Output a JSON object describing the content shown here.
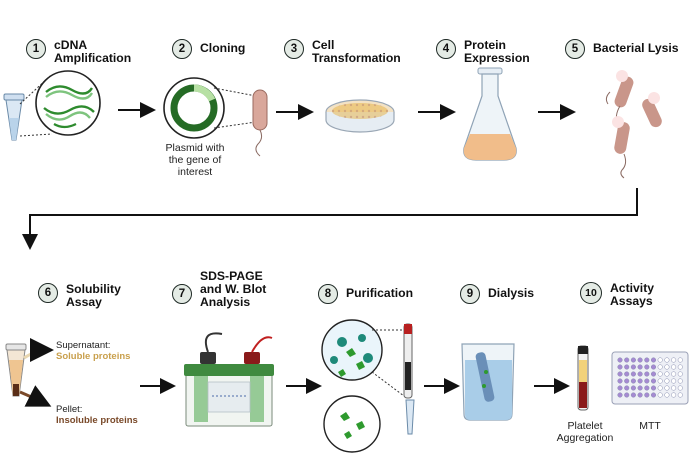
{
  "steps": [
    {
      "number": "1",
      "title": [
        "cDNA",
        "Amplification"
      ]
    },
    {
      "number": "2",
      "title": [
        "Cloning"
      ]
    },
    {
      "number": "3",
      "title": [
        "Cell",
        "Transformation"
      ]
    },
    {
      "number": "4",
      "title": [
        "Protein",
        "Expression"
      ]
    },
    {
      "number": "5",
      "title": [
        "Bacterial Lysis"
      ]
    },
    {
      "number": "6",
      "title": [
        "Solubility",
        "Assay"
      ]
    },
    {
      "number": "7",
      "title": [
        "SDS-PAGE",
        "and W. Blot",
        "Analysis"
      ]
    },
    {
      "number": "8",
      "title": [
        "Purification"
      ]
    },
    {
      "number": "9",
      "title": [
        "Dialysis"
      ]
    },
    {
      "number": "10",
      "title": [
        "Activity",
        "Assays"
      ]
    }
  ],
  "labels": {
    "plasmid": [
      "Plasmid with",
      "the gene of",
      "interest"
    ],
    "supernatant": "Supernatant:",
    "soluble": "Soluble proteins",
    "pellet": "Pellet:",
    "insoluble": "Insoluble proteins",
    "platelet": [
      "Platelet",
      "Aggregation"
    ],
    "mtt": "MTT"
  },
  "colors": {
    "badge_fill": "#e4ebe5",
    "dna_green": "#2e8b2e",
    "soluble_text": "#c9a04d",
    "insoluble_text": "#7a4a2a",
    "bacteria": "#c9968a",
    "water": "#a9cde8"
  }
}
